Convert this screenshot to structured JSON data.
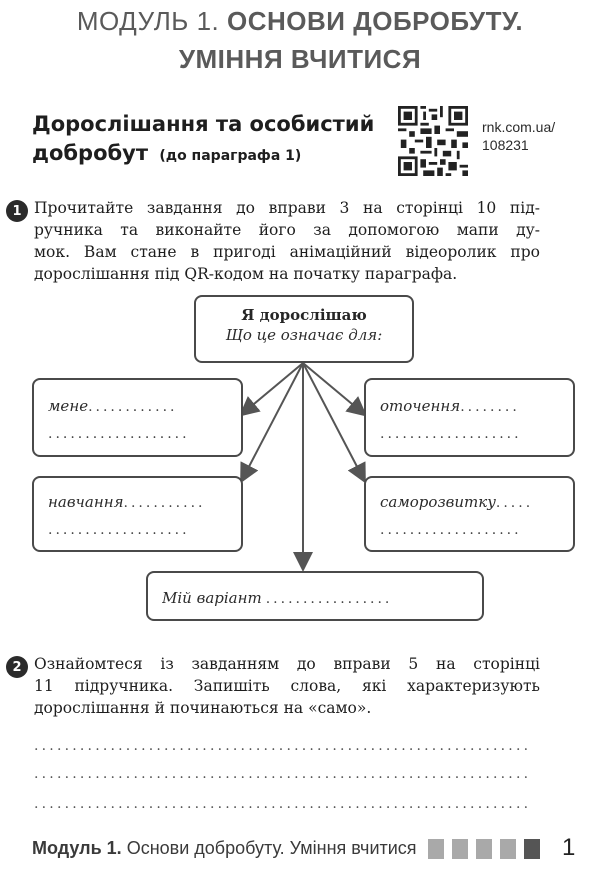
{
  "header": {
    "module_label": "МОДУЛЬ 1.",
    "title_part1": "ОСНОВИ ДОБРОБУТУ.",
    "title_part2": "УМІННЯ ВЧИТИСЯ"
  },
  "section": {
    "title_line1": "Дорослішання та особистий",
    "title_line2": "добробут",
    "subtitle": "(до параграфа 1)",
    "link_line1": "rnk.com.ua/",
    "link_line2": "108231"
  },
  "task1": {
    "number": "1",
    "lines": [
      "Прочитайте завдання до вправи 3 на сторінці 10 під-",
      "ручника та виконайте його за допомогою мапи ду-",
      "мок. Вам стане в пригоді анімаційний відеоролик про",
      "дорослішання під QR-кодом на початку параграфа."
    ]
  },
  "mindmap": {
    "center_title": "Я дорослішаю",
    "center_sub": "Що це означає для:",
    "b1": "мене",
    "b2": "оточення",
    "b3": "навчання",
    "b4": "саморозвитку",
    "b5": "Мій варіант"
  },
  "task2": {
    "number": "2",
    "lines": [
      "Ознайомтеся із завданням до вправи 5 на сторінці",
      "11 підручника. Запишіть слова, які характеризують",
      "дорослішання й починаються на «само»."
    ]
  },
  "footer": {
    "module": "Модуль 1.",
    "title": "Основи добробуту. Уміння вчитися",
    "page_number": "1"
  }
}
